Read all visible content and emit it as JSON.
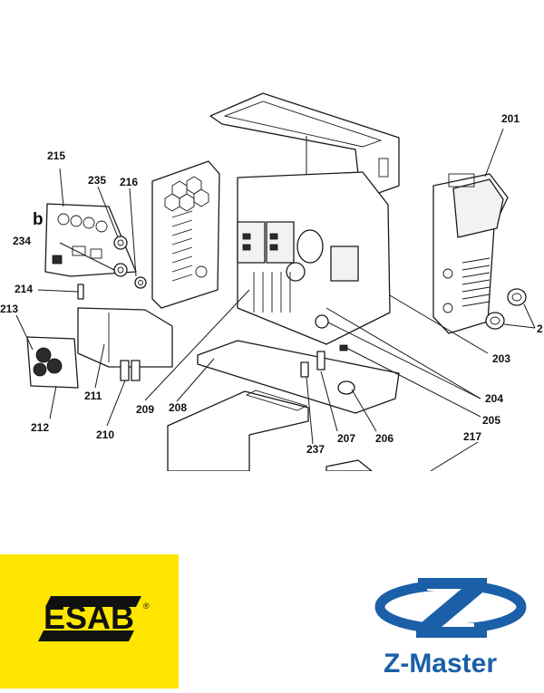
{
  "callouts": {
    "c201": "201",
    "c215": "215",
    "c235": "235",
    "c216": "216",
    "cb": "b",
    "c234": "234",
    "c214": "214",
    "c213": "213",
    "c211": "211",
    "c212": "212",
    "c210": "210",
    "c209": "209",
    "c208": "208",
    "c203": "203",
    "c204": "204",
    "c205": "205",
    "c206": "206",
    "c207": "207",
    "c237": "237",
    "c217": "217",
    "c2cut": "2"
  },
  "logos": {
    "esab_text": "ESAB",
    "esab_mark": "®",
    "zmaster_text": "Z-Master"
  },
  "colors": {
    "esab_yellow": "#ffe600",
    "zmaster_blue": "#1a5fa8",
    "line": "#1a1a1a"
  }
}
